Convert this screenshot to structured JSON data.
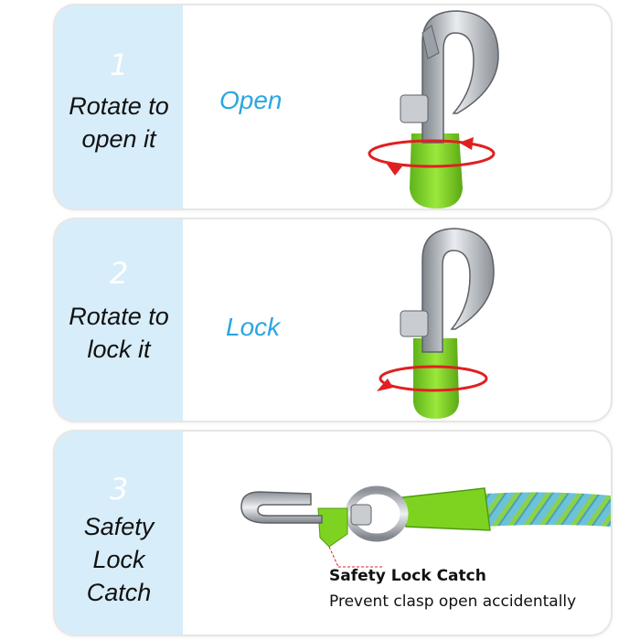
{
  "steps": [
    {
      "number": "1",
      "lines": [
        "Rotate to",
        "open it"
      ],
      "action": "Open"
    },
    {
      "number": "2",
      "lines": [
        "Rotate to",
        "lock it"
      ],
      "action": "Lock"
    },
    {
      "number": "3",
      "lines": [
        "Safety",
        "Lock",
        "Catch"
      ],
      "action": ""
    }
  ],
  "caption": {
    "title": "Safety Lock Catch",
    "subtitle": "Prevent clasp open accidentally"
  },
  "colors": {
    "side_panel": "#d7edf9",
    "action_text": "#2aa6e0",
    "lock_green": "#7ed321",
    "arrow_red": "#e02020",
    "metal": "#b9bec4"
  }
}
